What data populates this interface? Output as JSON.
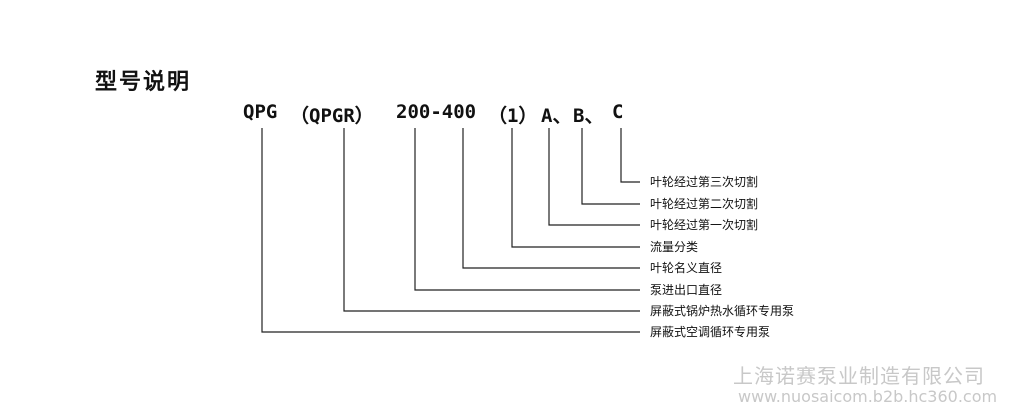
{
  "title": "型号说明",
  "model_code": {
    "parts": [
      "QPG",
      "（QPGR）",
      "200-400",
      "（1）",
      "A、",
      "B、",
      "C"
    ]
  },
  "labels": [
    "叶轮经过第三次切割",
    "叶轮经过第二次切割",
    "叶轮经过第一次切割",
    "流量分类",
    "叶轮名义直径",
    "泵进出口直径",
    "屏蔽式锅炉热水循环专用泵",
    "屏蔽式空调循环专用泵"
  ],
  "watermark": {
    "company": "上海诺赛泵业制造有限公司",
    "url": "www.nuosaicom.b2b.hc360.com"
  }
}
